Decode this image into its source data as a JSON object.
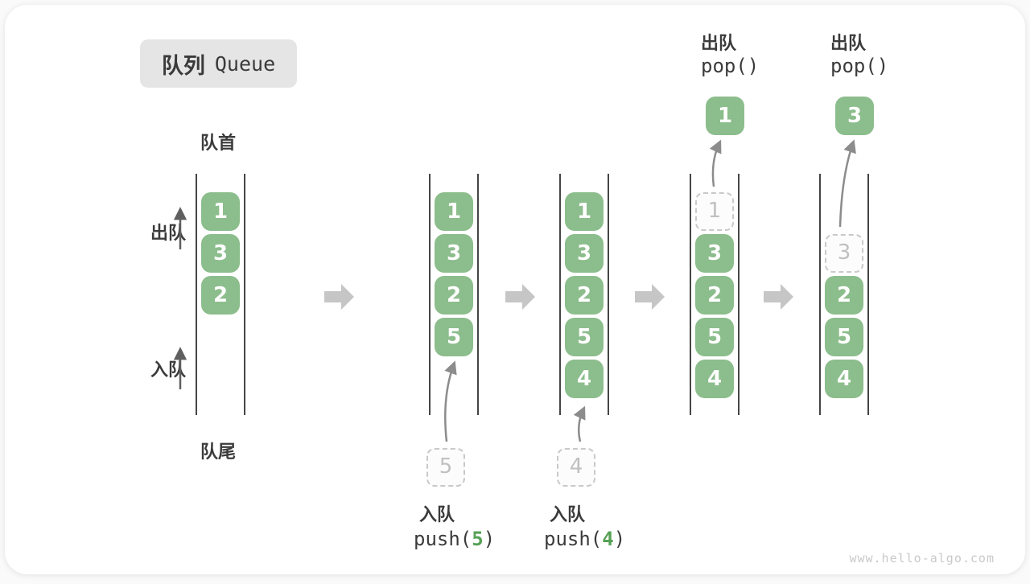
{
  "title": {
    "zh": "队列",
    "en": "Queue"
  },
  "side_labels": {
    "front": "队首",
    "rear": "队尾",
    "dequeue": "出队",
    "enqueue": "入队"
  },
  "watermark": "www.hello-algo.com",
  "colors": {
    "item_green": "#8cbd8c",
    "item_text": "#ffffff",
    "accent_green": "#56a156",
    "ghost_gray": "#c9c9c9",
    "line_dark": "#454545",
    "label_dark": "#3b3b3b",
    "block_arrow": "#c6c6c6",
    "badge_bg": "#e5e5e5"
  },
  "states": [
    {
      "slots": [
        {
          "v": "1",
          "style": "solid"
        },
        {
          "v": "3",
          "style": "solid"
        },
        {
          "v": "2",
          "style": "solid"
        }
      ]
    },
    {
      "slots": [
        {
          "v": "1",
          "style": "solid"
        },
        {
          "v": "3",
          "style": "solid"
        },
        {
          "v": "2",
          "style": "solid"
        },
        {
          "v": "5",
          "style": "solid"
        }
      ],
      "staged": {
        "v": "5"
      },
      "op": {
        "label": "入队",
        "code_pre": "push(",
        "code_arg": "5",
        "code_post": ")"
      }
    },
    {
      "slots": [
        {
          "v": "1",
          "style": "solid"
        },
        {
          "v": "3",
          "style": "solid"
        },
        {
          "v": "2",
          "style": "solid"
        },
        {
          "v": "5",
          "style": "solid"
        },
        {
          "v": "4",
          "style": "solid"
        }
      ],
      "staged": {
        "v": "4"
      },
      "op": {
        "label": "入队",
        "code_pre": "push(",
        "code_arg": "4",
        "code_post": ")"
      }
    },
    {
      "slots": [
        {
          "v": "1",
          "style": "dashed"
        },
        {
          "v": "3",
          "style": "solid"
        },
        {
          "v": "2",
          "style": "solid"
        },
        {
          "v": "5",
          "style": "solid"
        },
        {
          "v": "4",
          "style": "solid"
        }
      ],
      "popped": {
        "v": "1"
      },
      "op": {
        "label": "出队",
        "code_pre": "pop(",
        "code_arg": "",
        "code_post": ")"
      }
    },
    {
      "slots": [
        {
          "v": "",
          "style": "empty"
        },
        {
          "v": "3",
          "style": "dashed"
        },
        {
          "v": "2",
          "style": "solid"
        },
        {
          "v": "5",
          "style": "solid"
        },
        {
          "v": "4",
          "style": "solid"
        }
      ],
      "popped": {
        "v": "3"
      },
      "op": {
        "label": "出队",
        "code_pre": "pop(",
        "code_arg": "",
        "code_post": ")"
      }
    }
  ]
}
